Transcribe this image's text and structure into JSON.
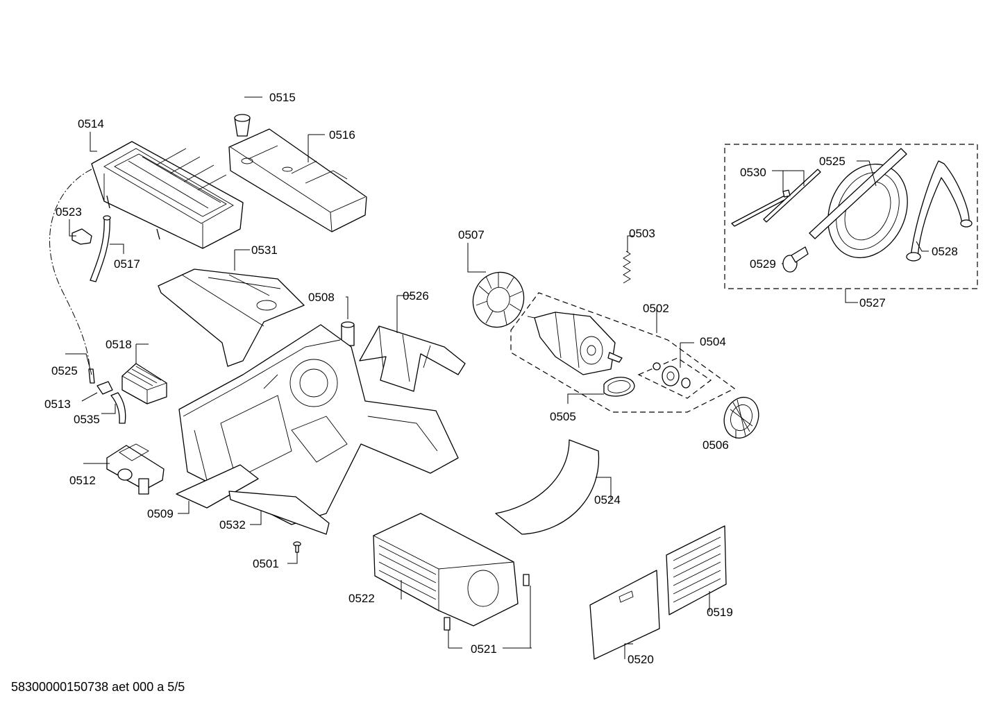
{
  "labels": {
    "p0501": "0501",
    "p0502": "0502",
    "p0503": "0503",
    "p0504": "0504",
    "p0505": "0505",
    "p0506": "0506",
    "p0507": "0507",
    "p0508": "0508",
    "p0509": "0509",
    "p0512": "0512",
    "p0513": "0513",
    "p0514": "0514",
    "p0515": "0515",
    "p0516": "0516",
    "p0517": "0517",
    "p0518": "0518",
    "p0519": "0519",
    "p0520": "0520",
    "p0521": "0521",
    "p0522": "0522",
    "p0523": "0523",
    "p0524": "0524",
    "p0525": "0525",
    "p0525_kit": "0525",
    "p0526": "0526",
    "p0527": "0527",
    "p0528": "0528",
    "p0529": "0529",
    "p0530": "0530",
    "p0531": "0531",
    "p0532": "0532",
    "p0535": "0535"
  },
  "document_id": "58300000150738 aet 000 a 5/5"
}
